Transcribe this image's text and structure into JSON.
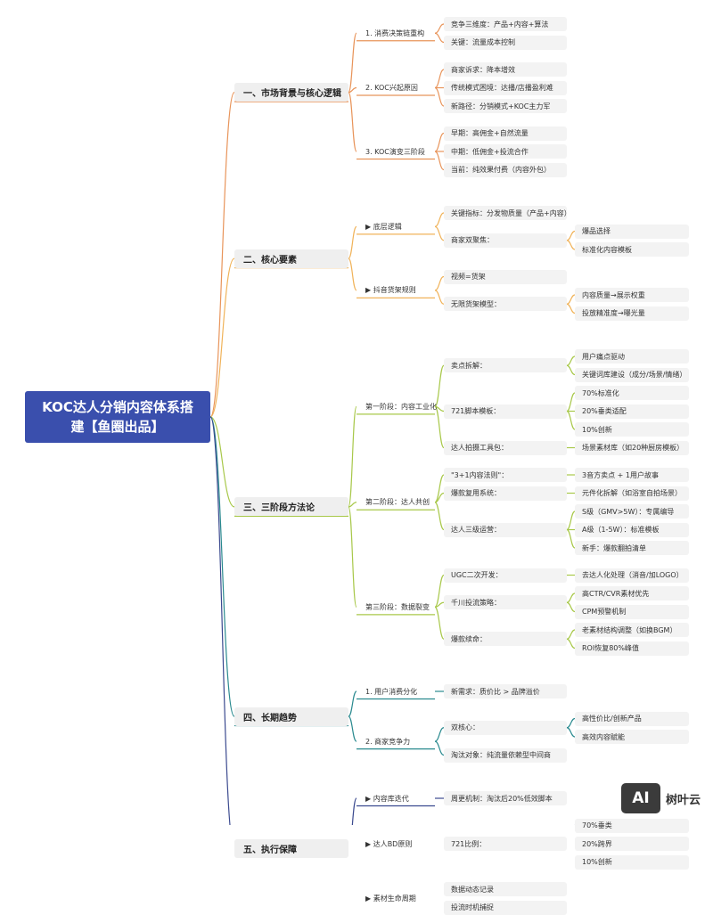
{
  "root": {
    "title": "KOC达人分销内容体系搭建【鱼圈出品】"
  },
  "sections": [
    {
      "label": "一、市场背景与核心逻辑",
      "color": "#e8945a",
      "groups": [
        {
          "label": "1. 消费决策链重构",
          "items": [
            {
              "label": "竞争三维度：产品+内容+算法"
            },
            {
              "label": "关键：流量成本控制"
            }
          ]
        },
        {
          "label": "2. KOC兴起原因",
          "items": [
            {
              "label": "商家诉求：降本增效"
            },
            {
              "label": "传统模式困境：达播/店播盈利难"
            },
            {
              "label": "新路径：分销模式+KOC主力军"
            }
          ]
        },
        {
          "label": "3. KOC演变三阶段",
          "items": [
            {
              "label": "早期：高佣金+自然流量"
            },
            {
              "label": "中期：低佣金+投流合作"
            },
            {
              "label": "当前：纯效果付费（内容外包）"
            }
          ]
        }
      ]
    },
    {
      "label": "二、核心要素",
      "color": "#f0b35a",
      "groups": [
        {
          "label": "▶ 底层逻辑",
          "items": [
            {
              "label": "关键指标：分发物质量（产品+内容）"
            },
            {
              "label": "商家双聚焦：",
              "children": [
                "爆品选择",
                "标准化内容模板"
              ]
            }
          ]
        },
        {
          "label": "▶ 抖音货架规则",
          "items": [
            {
              "label": "视频=货架"
            },
            {
              "label": "无限货架模型：",
              "children": [
                "内容质量→展示权重",
                "投放精准度→曝光量"
              ]
            }
          ]
        }
      ]
    },
    {
      "label": "三、三阶段方法论",
      "color": "#a8c84a",
      "groups": [
        {
          "label": "第一阶段：内容工业化",
          "items": [
            {
              "label": "卖点拆解：",
              "children": [
                "用户痛点驱动",
                "关键词库建设（成分/场景/情绪）"
              ]
            },
            {
              "label": "721脚本模板：",
              "children": [
                "70%标准化",
                "20%垂类适配",
                "10%创新"
              ]
            },
            {
              "label": "达人拍摄工具包：",
              "children": [
                "场景素材库（如20种厨房模板）"
              ]
            }
          ]
        },
        {
          "label": "第二阶段：达人共创",
          "items": [
            {
              "label": "\"3+1内容法则\"：",
              "children": [
                "3音方卖点 + 1用户故事"
              ]
            },
            {
              "label": "爆款复用系统：",
              "children": [
                "元件化拆解（如浴室自拍场景）"
              ]
            },
            {
              "label": "达人三级运营：",
              "children": [
                "S级（GMV>5W）：专属编导",
                "A级（1-5W）：标准模板",
                "新手：爆款翻拍清单"
              ]
            }
          ]
        },
        {
          "label": "第三阶段：数据裂变",
          "items": [
            {
              "label": "UGC二次开发：",
              "children": [
                "去达人化处理（消音/加LOGO）"
              ]
            },
            {
              "label": "千川投流策略：",
              "children": [
                "高CTR/CVR素材优先",
                "CPM预警机制"
              ]
            },
            {
              "label": "爆款续命：",
              "children": [
                "老素材结构调整（如换BGM）",
                "ROI恢复80%峰值"
              ]
            }
          ]
        }
      ]
    },
    {
      "label": "四、长期趋势",
      "color": "#2a8a8f",
      "groups": [
        {
          "label": "1. 用户消费分化",
          "items": [
            {
              "label": "新需求：质价比 > 品牌溢价"
            }
          ]
        },
        {
          "label": "2. 商家竞争力",
          "items": [
            {
              "label": "双核心：",
              "children": [
                "高性价比/创新产品",
                "高效内容赋能"
              ]
            },
            {
              "label": "淘汰对象：纯流量依赖型中间商"
            }
          ]
        }
      ]
    },
    {
      "label": "五、执行保障",
      "color": "#3b4a8f",
      "groups": [
        {
          "label": "▶ 内容库迭代",
          "items": [
            {
              "label": "周更机制：淘汰后20%低效脚本"
            }
          ]
        },
        {
          "label": "▶ 达人BD原则",
          "items": [
            {
              "label": "721比例：",
              "children": [
                "70%垂类",
                "20%跨界",
                "10%创新"
              ]
            }
          ]
        },
        {
          "label": "▶ 素材生命周期",
          "items": [
            {
              "label": "数据动态记录"
            },
            {
              "label": "投流时机捕捉"
            }
          ]
        }
      ]
    }
  ],
  "watermark": {
    "logo_text": "AI",
    "brand": "树叶云"
  }
}
